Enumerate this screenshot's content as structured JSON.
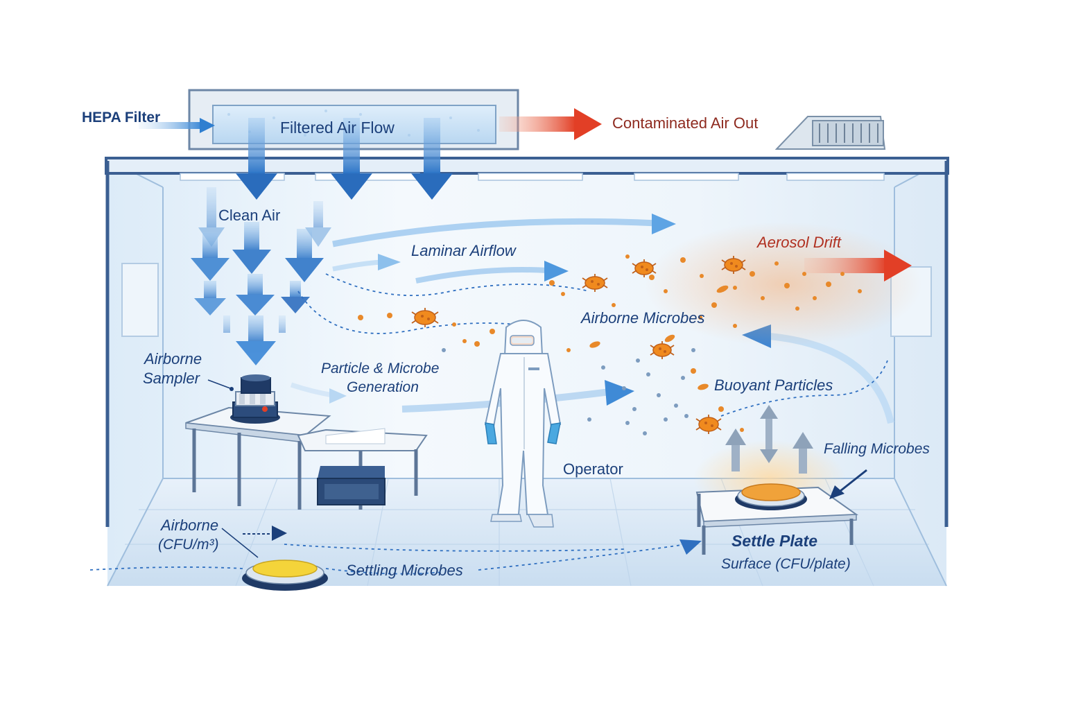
{
  "colors": {
    "navy": "#1b3f7a",
    "airflow_blue": "#2f7fd0",
    "contaminated_red": "#e4503a",
    "microbe_orange": "#e8892a",
    "culture_yellow": "#f4d43a",
    "culture_orange": "#f0a23a"
  },
  "icons": [
    "hepa-filter-icon",
    "exhaust-vent-icon",
    "airborne-sampler-icon",
    "operator-icon",
    "settle-plate-icon",
    "microbe-icon",
    "lab-table-icon"
  ],
  "labels": {
    "hepa_filter": "HEPA Filter",
    "filtered_air_flow": "Filtered Air Flow",
    "contaminated_air_out": "Contaminated Air Out",
    "clean_air": "Clean Air",
    "laminar_airflow": "Laminar Airflow",
    "aerosol_drift": "Aerosol Drift",
    "airborne_microbes": "Airborne Microbes",
    "airborne_sampler_line1": "Airborne",
    "airborne_sampler_line2": "Sampler",
    "particle_generation_line1": "Particle & Microbe",
    "particle_generation_line2": "Generation",
    "buoyant_particles": "Buoyant Particles",
    "falling_microbes": "Falling Microbes",
    "operator": "Operator",
    "airborne_unit_line1": "Airborne",
    "airborne_unit_line2": "(CFU/m³)",
    "settle_plate": "Settle Plate",
    "surface_unit": "Surface (CFU/plate)",
    "settling_microbes": "Settling Microbes"
  }
}
